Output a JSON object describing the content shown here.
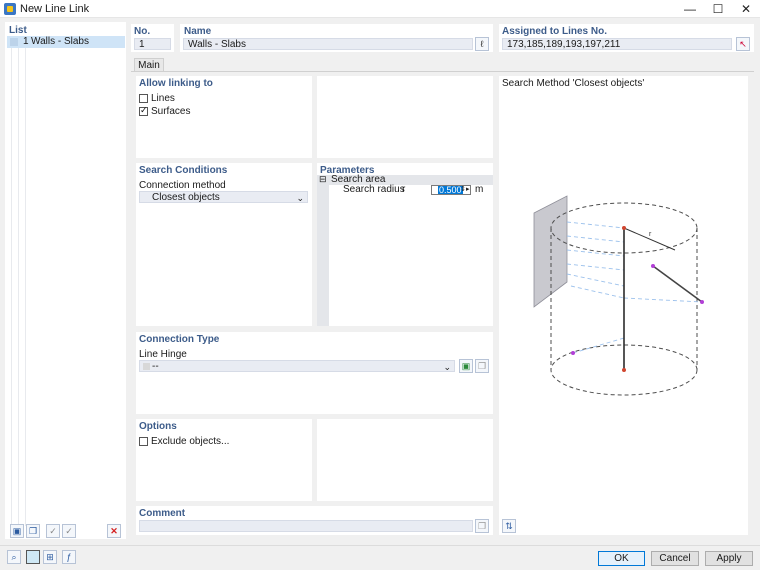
{
  "window": {
    "title": "New Line Link",
    "min": "—",
    "max": "☐",
    "close": "✕"
  },
  "list": {
    "header": "List",
    "items": [
      {
        "no": "1",
        "name": "Walls - Slabs"
      }
    ]
  },
  "header": {
    "no_label": "No.",
    "no_value": "1",
    "name_label": "Name",
    "name_value": "Walls - Slabs",
    "assigned_label": "Assigned to Lines No.",
    "assigned_value": "173,185,189,193,197,211"
  },
  "tabs": {
    "main": "Main"
  },
  "allow_linking": {
    "title": "Allow linking to",
    "lines": "Lines",
    "surfaces": "Surfaces",
    "lines_checked": false,
    "surfaces_checked": true
  },
  "search_conditions": {
    "title": "Search Conditions",
    "method_label": "Connection method",
    "method_value": "Closest objects"
  },
  "parameters": {
    "title": "Parameters",
    "group": "Search area",
    "collapse": "⊟",
    "row_label": "Search radius",
    "row_symbol": "r",
    "row_value": "0.500",
    "row_unit": "m"
  },
  "connection_type": {
    "title": "Connection Type",
    "hinge_label": "Line Hinge",
    "hinge_value": "--"
  },
  "options": {
    "title": "Options",
    "exclude": "Exclude objects..."
  },
  "comment": {
    "title": "Comment"
  },
  "preview": {
    "title": "Search Method 'Closest objects'",
    "r_label": "r"
  },
  "buttons": {
    "ok": "OK",
    "cancel": "Cancel",
    "apply": "Apply"
  },
  "colors": {
    "accent": "#3d5c8a",
    "plane": "#c9c9cf",
    "dashed_blue": "#9cc1ec",
    "point_red": "#d0462f",
    "point_purple": "#b23fd6"
  }
}
